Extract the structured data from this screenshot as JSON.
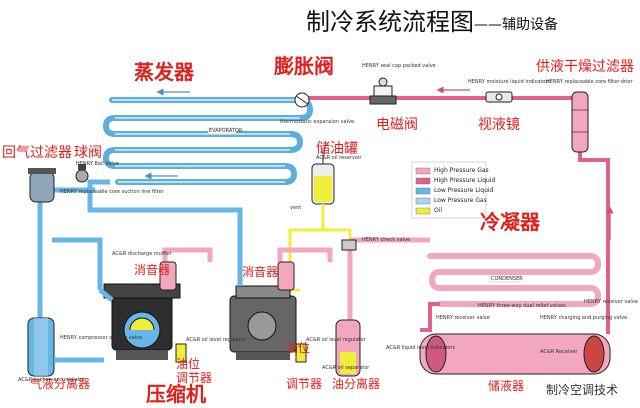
{
  "title": "制冷系统流程图",
  "subtitle": "——辅助设备",
  "labels": {
    "evaporator": "蒸发器",
    "expansion_valve": "膨胀阀",
    "drier": "供液干燥过滤器",
    "solenoid": "电磁阀",
    "sight_glass": "视液镜",
    "suction_filter": "回气过滤器",
    "ball_valve": "球阀",
    "oil_reservoir": "储油罐",
    "condenser": "冷凝器",
    "muffler": "消音器",
    "muffler2": "消音器",
    "oil_regulator1_a": "油位",
    "oil_regulator1_b": "调节器",
    "oil_regulator2_a": "油位",
    "oil_regulator2_b": "调节器",
    "separator": "油分离器",
    "accumulator": "气液分离器",
    "compressor": "压缩机",
    "receiver": "储液器"
  },
  "small_labels": {
    "evaporator_tag": "EVAPORATOR",
    "condenser_tag": "CONDENSER",
    "henry_sealcap": "HENRY seal cap packed valve",
    "henry_indicator": "HENRY moisture liquid indicators",
    "henry_drier": "HENRY replaceable core filter-drier",
    "henry_ball": "HENRY Ball Valve",
    "henry_suction": "HENRY replaceable core suction line filter",
    "thermo_valve": "thermostatic expansion valve",
    "acr_reservoir": "AC&R oil reservoir",
    "vent": "vent",
    "henry_check": "HENRY check valve",
    "acr_muffler": "AC&R discharge muffler",
    "henry_compressor": "HENRY compressor service valve",
    "acr_accumulator": "AC&R suction accumulator",
    "acr_level1": "AC&R oil level regulator",
    "acr_level2": "AC&R oil level regulator",
    "acr_separator": "AC&R oil separator",
    "henry_relief": "HENRY three-way dual relief valves",
    "henry_receiver_valve": "HENRY receiver valve",
    "henry_charging": "HENRY charging and purging valve",
    "henry_receiver_r": "HENRY receiver valve",
    "acr_receiver": "AC&R Receiver",
    "acr_liquid": "AC&R liquid level indicators"
  },
  "legend": [
    {
      "label": "High Pressure Gas",
      "color": "#f2a7bf"
    },
    {
      "label": "High Pressure Liquid",
      "color": "#e0608f"
    },
    {
      "label": "Low Pressure Liquid",
      "color": "#66b6e6"
    },
    {
      "label": "Low Pressure Gas",
      "color": "#a8d6f2"
    },
    {
      "label": "Oil",
      "color": "#f1ee3a"
    }
  ],
  "watermark": "制冷空调技术",
  "colors": {
    "label_red": "#e0201c",
    "pipe_blue": "#66b6e6",
    "pipe_lightblue": "#a8d6f2",
    "pipe_pink": "#f2a7bf",
    "pipe_darkpink": "#e0608f",
    "oil_yellow": "#f1ee3a"
  }
}
